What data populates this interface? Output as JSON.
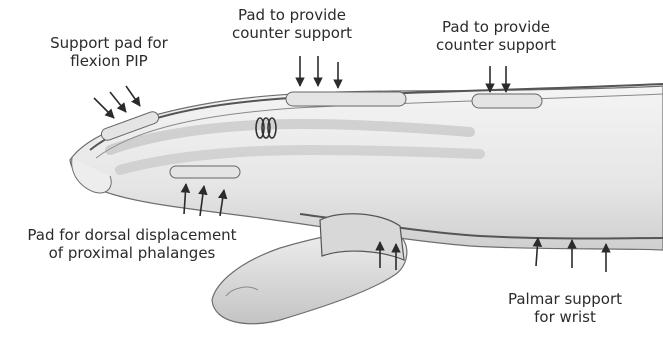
{
  "labels": {
    "support_pad_flexion": {
      "line1": "Support pad for",
      "line2": "flexion PIP"
    },
    "counter_support_left": {
      "line1": "Pad to provide",
      "line2": "counter support"
    },
    "counter_support_right": {
      "line1": "Pad to provide",
      "line2": "counter support"
    },
    "dorsal_displacement": {
      "line1": "Pad for dorsal displacement",
      "line2": "of proximal phalanges"
    },
    "palmar_support": {
      "line1": "Palmar support",
      "line2": "for wrist"
    }
  },
  "colors": {
    "ink": "#2b2b2b",
    "skin_shadow": "#c9c9c9",
    "skin_mid": "#e2e2e2",
    "skin_light": "#f3f3f3"
  }
}
